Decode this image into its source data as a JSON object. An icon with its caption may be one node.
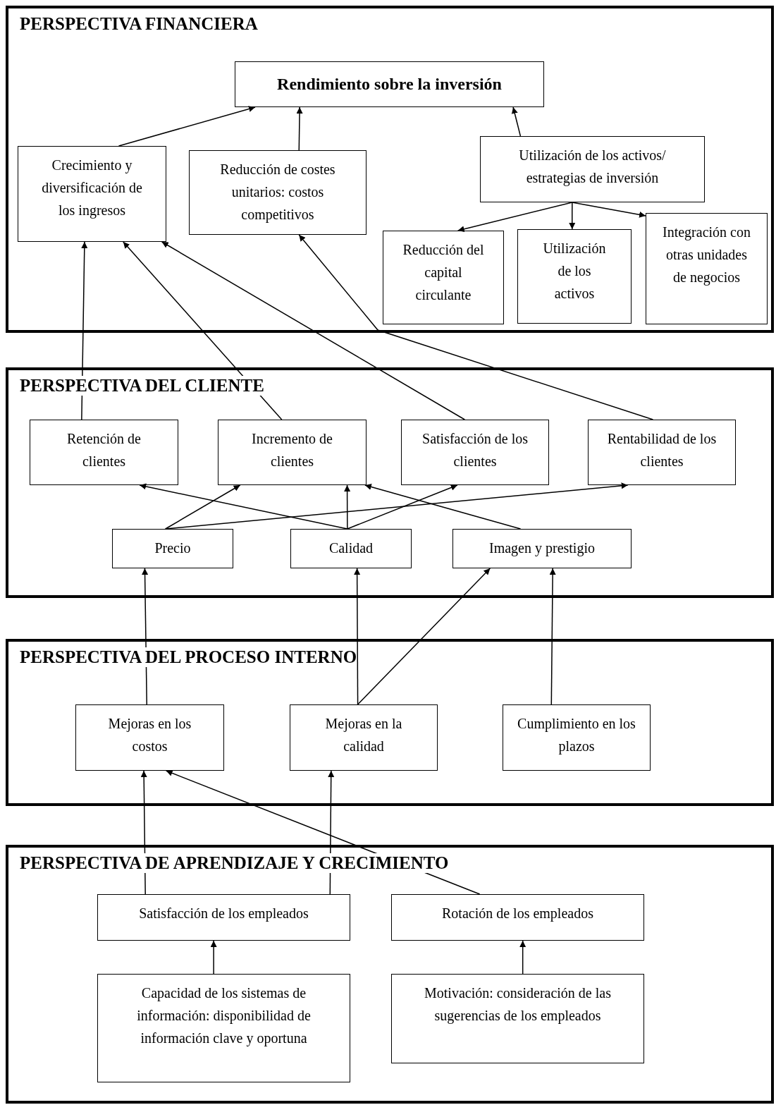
{
  "diagram": {
    "nodes": [
      {
        "text": [
          "PERSPECTIVA FINANCIERA"
        ]
      },
      {
        "text": [
          "Rendimiento sobre la inversión"
        ],
        "in": 0
      },
      {
        "text": [
          "Crecimiento y diversificación de los ingresos"
        ],
        "in": 0
      },
      {
        "text": [
          "Reducción de costes unitarios: costos competitivos"
        ],
        "in": 0
      },
      {
        "text": [
          "Utilización de los activos/ estrategias de inversión"
        ],
        "in": 0
      },
      {
        "text": [
          "Reducción del capital circulante"
        ],
        "in": 0
      },
      {
        "text": [
          "Utilización de los activos"
        ],
        "in": 0
      },
      {
        "text": [
          "Integración con otras unidades de negocios"
        ],
        "in": 0
      },
      {
        "text": [
          "PERSPECTIVA DEL CLIENTE"
        ]
      },
      {
        "text": [
          "Retención de clientes"
        ],
        "in": 8
      },
      {
        "text": [
          "Incremento de clientes"
        ],
        "in": 8
      },
      {
        "text": [
          "Satisfacción de los clientes"
        ],
        "in": 8
      },
      {
        "text": [
          "Rentabilidad de los clientes"
        ],
        "in": 8
      },
      {
        "text": [
          "Precio"
        ],
        "in": 8
      },
      {
        "text": [
          "Calidad"
        ],
        "in": 8
      },
      {
        "text": [
          "Imagen y prestigio"
        ],
        "in": 8
      },
      {
        "text": [
          "PERSPECTIVA DEL PROCESO INTERNO"
        ]
      },
      {
        "text": [
          "Mejoras en los costos"
        ],
        "in": 16
      },
      {
        "text": [
          "Mejoras en la calidad"
        ],
        "in": 16
      },
      {
        "text": [
          "Cumplimiento en los plazos"
        ],
        "in": 16
      },
      {
        "text": [
          "PERSPECTIVA DE APRENDIZAJE Y CRECIMIENTO"
        ]
      },
      {
        "text": [
          "Satisfacción de los empleados"
        ],
        "in": 20
      },
      {
        "text": [
          "Rotación de los empleados"
        ],
        "in": 20
      },
      {
        "text": [
          "Capacidad de los sistemas de información: disponibilidad de información clave y oportuna"
        ],
        "in": 20
      },
      {
        "text": [
          "Motivación: consideración de las sugerencias de los empleados"
        ],
        "in": 20
      }
    ],
    "edges": [
      {
        "from": 2,
        "to": 1,
        "arrow": "to"
      },
      {
        "from": 3,
        "to": 1,
        "arrow": "to"
      },
      {
        "from": 4,
        "to": 1,
        "arrow": "to"
      },
      {
        "from": 4,
        "to": 5,
        "arrow": "to"
      },
      {
        "from": 4,
        "to": 6,
        "arrow": "to"
      },
      {
        "from": 4,
        "to": 7,
        "arrow": "to"
      },
      {
        "from": 9,
        "to": 2,
        "arrow": "to"
      },
      {
        "from": 10,
        "to": 2,
        "arrow": "to"
      },
      {
        "from": 11,
        "to": 2,
        "arrow": "to"
      },
      {
        "from": 12,
        "to": 3,
        "arrow": "to"
      },
      {
        "from": 13,
        "to": 10,
        "arrow": "to"
      },
      {
        "from": 13,
        "to": 12,
        "arrow": "to"
      },
      {
        "from": 14,
        "to": 9,
        "arrow": "to"
      },
      {
        "from": 14,
        "to": 10,
        "arrow": "to"
      },
      {
        "from": 14,
        "to": 11,
        "arrow": "to"
      },
      {
        "from": 15,
        "to": 10,
        "arrow": "to"
      },
      {
        "from": 17,
        "to": 13,
        "arrow": "to"
      },
      {
        "from": 18,
        "to": 14,
        "arrow": "to"
      },
      {
        "from": 18,
        "to": 15,
        "arrow": "to"
      },
      {
        "from": 19,
        "to": 15,
        "arrow": "to"
      },
      {
        "from": 21,
        "to": 17,
        "arrow": "to"
      },
      {
        "from": 21,
        "to": 18,
        "arrow": "to"
      },
      {
        "from": 22,
        "to": 17,
        "arrow": "to"
      },
      {
        "from": 23,
        "to": 21,
        "arrow": "to"
      },
      {
        "from": 24,
        "to": 22,
        "arrow": "to"
      }
    ]
  }
}
